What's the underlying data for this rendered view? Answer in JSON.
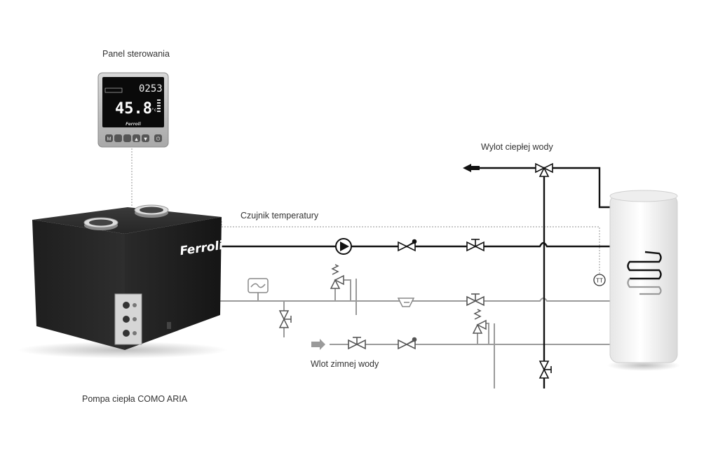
{
  "labels": {
    "control_panel": "Panel sterowania",
    "temp_sensor": "Czujnik temperatury",
    "hot_water_outlet": "Wylot ciepłej wody",
    "cold_water_inlet": "Wlot zimnej wody",
    "heat_pump": "Pompa ciepła COMO ARIA"
  },
  "panel": {
    "display_top": "0253",
    "display_main": "45.8",
    "display_unit": "°c",
    "brand": "Ferroli",
    "buttons": [
      "M",
      "",
      "",
      "▲",
      "▼",
      "⏻"
    ]
  },
  "heat_pump_unit": {
    "brand": "Ferroli"
  },
  "sensor_symbol": "TT",
  "colors": {
    "hot_line": "#111111",
    "cold_line": "#9a9a9a",
    "signal_line": "#a0a0a0",
    "unit_body": "#2a2a2a"
  }
}
